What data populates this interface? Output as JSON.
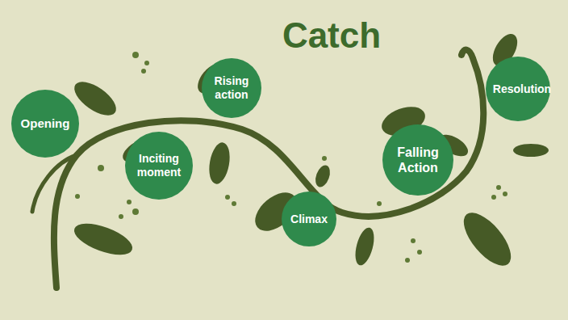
{
  "diagram": {
    "title": "Catch",
    "nodes": [
      {
        "text": [
          "Opening"
        ]
      },
      {
        "text": [
          "Inciting moment"
        ]
      },
      {
        "text": [
          "Rising action"
        ]
      },
      {
        "text": [
          "Climax"
        ]
      },
      {
        "text": [
          "Falling Action"
        ]
      },
      {
        "text": [
          "Resolution"
        ]
      }
    ]
  }
}
